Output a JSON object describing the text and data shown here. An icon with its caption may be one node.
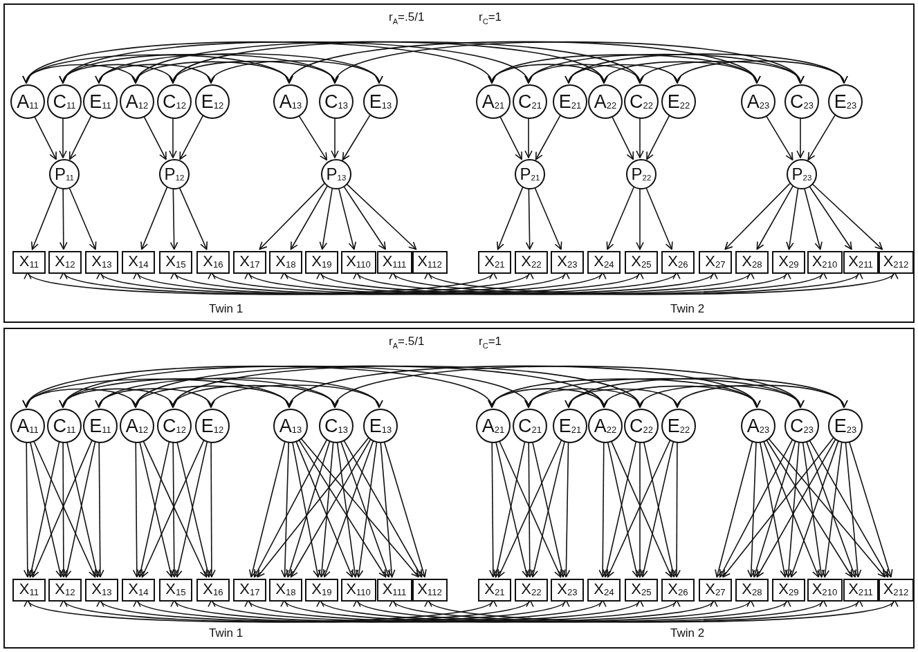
{
  "diagram": {
    "nodes": [
      {
        "text": [],
        "shape": "box"
      },
      {
        "text": [
          "A$_{11}$"
        ],
        "in": 0
      },
      {
        "text": [
          "C$_{11}$"
        ],
        "in": 0
      },
      {
        "text": [
          "E$_{11}$"
        ],
        "in": 0
      },
      {
        "text": [
          "A$_{12}$"
        ],
        "in": 0
      },
      {
        "text": [
          "C$_{12}$"
        ],
        "in": 0
      },
      {
        "text": [
          "E$_{12}$"
        ],
        "in": 0
      },
      {
        "text": [
          "A$_{13}$"
        ],
        "in": 0
      },
      {
        "text": [
          "C$_{13}$"
        ],
        "in": 0
      },
      {
        "text": [
          "E$_{13}$"
        ],
        "in": 0
      },
      {
        "text": [
          "A$_{21}$"
        ],
        "in": 0
      },
      {
        "text": [
          "C$_{21}$"
        ],
        "in": 0
      },
      {
        "text": [
          "E$_{21}$"
        ],
        "in": 0
      },
      {
        "text": [
          "A$_{22}$"
        ],
        "in": 0
      },
      {
        "text": [
          "C$_{22}$"
        ],
        "in": 0
      },
      {
        "text": [
          "E$_{22}$"
        ],
        "in": 0
      },
      {
        "text": [
          "A$_{23}$"
        ],
        "in": 0
      },
      {
        "text": [
          "C$_{23}$"
        ],
        "in": 0
      },
      {
        "text": [
          "E$_{23}$"
        ],
        "in": 0
      },
      {
        "text": [
          "P$_{11}$"
        ],
        "in": 0
      },
      {
        "text": [
          "P$_{12}$"
        ],
        "in": 0
      },
      {
        "text": [
          "P$_{13}$"
        ],
        "in": 0
      },
      {
        "text": [
          "P$_{21}$"
        ],
        "in": 0
      },
      {
        "text": [
          "P$_{22}$"
        ],
        "in": 0
      },
      {
        "text": [
          "P$_{23}$"
        ],
        "in": 0
      },
      {
        "text": [
          "X$_{11}$"
        ],
        "in": 0
      },
      {
        "text": [
          "X$_{12}$"
        ],
        "in": 0
      },
      {
        "text": [
          "X$_{13}$"
        ],
        "in": 0
      },
      {
        "text": [
          "X$_{14}$"
        ],
        "in": 0
      },
      {
        "text": [
          "X$_{15}$"
        ],
        "in": 0
      },
      {
        "text": [
          "X$_{16}$"
        ],
        "in": 0
      },
      {
        "text": [
          "X$_{17}$"
        ],
        "in": 0
      },
      {
        "text": [
          "X$_{18}$"
        ],
        "in": 0
      },
      {
        "text": [
          "X$_{19}$"
        ],
        "in": 0
      },
      {
        "text": [
          "X$_{110}$"
        ],
        "in": 0
      },
      {
        "text": [
          "X$_{111}$"
        ],
        "in": 0
      },
      {
        "text": [
          "X$_{112}$"
        ],
        "in": 0
      },
      {
        "text": [
          "X$_{21}$"
        ],
        "in": 0
      },
      {
        "text": [
          "X$_{22}$"
        ],
        "in": 0
      },
      {
        "text": [
          "X$_{23}$"
        ],
        "in": 0
      },
      {
        "text": [
          "X$_{24}$"
        ],
        "in": 0
      },
      {
        "text": [
          "X$_{25}$"
        ],
        "in": 0
      },
      {
        "text": [
          "X$_{26}$"
        ],
        "in": 0
      },
      {
        "text": [
          "X$_{27}$"
        ],
        "in": 0
      },
      {
        "text": [
          "X$_{28}$"
        ],
        "in": 0
      },
      {
        "text": [
          "X$_{29}$"
        ],
        "in": 0
      },
      {
        "text": [
          "X$_{210}$"
        ],
        "in": 0
      },
      {
        "text": [
          "X$_{211}$"
        ],
        "in": 0
      },
      {
        "text": [
          "X$_{212}$"
        ],
        "in": 0
      },
      {
        "text": [],
        "shape": "box"
      },
      {
        "text": [
          "A$_{11}$"
        ],
        "in": 49
      },
      {
        "text": [
          "C$_{11}$"
        ],
        "in": 49
      },
      {
        "text": [
          "E$_{11}$"
        ],
        "in": 49
      },
      {
        "text": [
          "A$_{12}$"
        ],
        "in": 49
      },
      {
        "text": [
          "C$_{12}$"
        ],
        "in": 49
      },
      {
        "text": [
          "E$_{12}$"
        ],
        "in": 49
      },
      {
        "text": [
          "A$_{13}$"
        ],
        "in": 49
      },
      {
        "text": [
          "C$_{13}$"
        ],
        "in": 49
      },
      {
        "text": [
          "E$_{13}$"
        ],
        "in": 49
      },
      {
        "text": [
          "A$_{21}$"
        ],
        "in": 49
      },
      {
        "text": [
          "C$_{21}$"
        ],
        "in": 49
      },
      {
        "text": [
          "E$_{21}$"
        ],
        "in": 49
      },
      {
        "text": [
          "A$_{22}$"
        ],
        "in": 49
      },
      {
        "text": [
          "C$_{22}$"
        ],
        "in": 49
      },
      {
        "text": [
          "E$_{22}$"
        ],
        "in": 49
      },
      {
        "text": [
          "A$_{23}$"
        ],
        "in": 49
      },
      {
        "text": [
          "C$_{23}$"
        ],
        "in": 49
      },
      {
        "text": [
          "E$_{23}$"
        ],
        "in": 49
      },
      {
        "text": [
          "X$_{11}$"
        ],
        "in": 49
      },
      {
        "text": [
          "X$_{12}$"
        ],
        "in": 49
      },
      {
        "text": [
          "X$_{13}$"
        ],
        "in": 49
      },
      {
        "text": [
          "X$_{14}$"
        ],
        "in": 49
      },
      {
        "text": [
          "X$_{15}$"
        ],
        "in": 49
      },
      {
        "text": [
          "X$_{16}$"
        ],
        "in": 49
      },
      {
        "text": [
          "X$_{17}$"
        ],
        "in": 49
      },
      {
        "text": [
          "X$_{18}$"
        ],
        "in": 49
      },
      {
        "text": [
          "X$_{19}$"
        ],
        "in": 49
      },
      {
        "text": [
          "X$_{110}$"
        ],
        "in": 49
      },
      {
        "text": [
          "X$_{111}$"
        ],
        "in": 49
      },
      {
        "text": [
          "X$_{112}$"
        ],
        "in": 49
      },
      {
        "text": [
          "X$_{21}$"
        ],
        "in": 49
      },
      {
        "text": [
          "X$_{22}$"
        ],
        "in": 49
      },
      {
        "text": [
          "X$_{23}$"
        ],
        "in": 49
      },
      {
        "text": [
          "X$_{24}$"
        ],
        "in": 49
      },
      {
        "text": [
          "X$_{25}$"
        ],
        "in": 49
      },
      {
        "text": [
          "X$_{26}$"
        ],
        "in": 49
      },
      {
        "text": [
          "X$_{27}$"
        ],
        "in": 49
      },
      {
        "text": [
          "X$_{28}$"
        ],
        "in": 49
      },
      {
        "text": [
          "X$_{29}$"
        ],
        "in": 49
      },
      {
        "text": [
          "X$_{210}$"
        ],
        "in": 49
      },
      {
        "text": [
          "X$_{211}$"
        ],
        "in": 49
      },
      {
        "text": [
          "X$_{212}$"
        ],
        "in": 49
      }
    ],
    "edges": [
      {
        "from": 1,
        "to": 4,
        "arrow": "both"
      },
      {
        "from": 1,
        "to": 7,
        "arrow": "both"
      },
      {
        "from": 4,
        "to": 7,
        "arrow": "both"
      },
      {
        "from": 2,
        "to": 5,
        "arrow": "both"
      },
      {
        "from": 2,
        "to": 8,
        "arrow": "both"
      },
      {
        "from": 5,
        "to": 8,
        "arrow": "both"
      },
      {
        "from": 3,
        "to": 6,
        "arrow": "both"
      },
      {
        "from": 3,
        "to": 9,
        "arrow": "both"
      },
      {
        "from": 6,
        "to": 9,
        "arrow": "both"
      },
      {
        "from": 10,
        "to": 13,
        "arrow": "both"
      },
      {
        "from": 10,
        "to": 16,
        "arrow": "both"
      },
      {
        "from": 13,
        "to": 16,
        "arrow": "both"
      },
      {
        "from": 11,
        "to": 14,
        "arrow": "both"
      },
      {
        "from": 11,
        "to": 17,
        "arrow": "both"
      },
      {
        "from": 14,
        "to": 17,
        "arrow": "both"
      },
      {
        "from": 12,
        "to": 15,
        "arrow": "both"
      },
      {
        "from": 12,
        "to": 18,
        "arrow": "both"
      },
      {
        "from": 15,
        "to": 18,
        "arrow": "both"
      },
      {
        "from": 1,
        "to": 10,
        "arrow": "both"
      },
      {
        "from": 4,
        "to": 13,
        "arrow": "both"
      },
      {
        "from": 7,
        "to": 16,
        "arrow": "both"
      },
      {
        "from": 2,
        "to": 11,
        "arrow": "both"
      },
      {
        "from": 5,
        "to": 14,
        "arrow": "both"
      },
      {
        "from": 8,
        "to": 17,
        "arrow": "both"
      },
      {
        "from": 1,
        "to": 19,
        "arrow": "to"
      },
      {
        "from": 2,
        "to": 19,
        "arrow": "to"
      },
      {
        "from": 3,
        "to": 19,
        "arrow": "to"
      },
      {
        "from": 4,
        "to": 20,
        "arrow": "to"
      },
      {
        "from": 5,
        "to": 20,
        "arrow": "to"
      },
      {
        "from": 6,
        "to": 20,
        "arrow": "to"
      },
      {
        "from": 7,
        "to": 21,
        "arrow": "to"
      },
      {
        "from": 8,
        "to": 21,
        "arrow": "to"
      },
      {
        "from": 9,
        "to": 21,
        "arrow": "to"
      },
      {
        "from": 10,
        "to": 22,
        "arrow": "to"
      },
      {
        "from": 11,
        "to": 22,
        "arrow": "to"
      },
      {
        "from": 12,
        "to": 22,
        "arrow": "to"
      },
      {
        "from": 13,
        "to": 23,
        "arrow": "to"
      },
      {
        "from": 14,
        "to": 23,
        "arrow": "to"
      },
      {
        "from": 15,
        "to": 23,
        "arrow": "to"
      },
      {
        "from": 16,
        "to": 24,
        "arrow": "to"
      },
      {
        "from": 17,
        "to": 24,
        "arrow": "to"
      },
      {
        "from": 18,
        "to": 24,
        "arrow": "to"
      },
      {
        "from": 19,
        "to": 25,
        "arrow": "to"
      },
      {
        "from": 19,
        "to": 26,
        "arrow": "to"
      },
      {
        "from": 19,
        "to": 27,
        "arrow": "to"
      },
      {
        "from": 20,
        "to": 28,
        "arrow": "to"
      },
      {
        "from": 20,
        "to": 29,
        "arrow": "to"
      },
      {
        "from": 20,
        "to": 30,
        "arrow": "to"
      },
      {
        "from": 21,
        "to": 31,
        "arrow": "to"
      },
      {
        "from": 21,
        "to": 32,
        "arrow": "to"
      },
      {
        "from": 21,
        "to": 33,
        "arrow": "to"
      },
      {
        "from": 21,
        "to": 34,
        "arrow": "to"
      },
      {
        "from": 21,
        "to": 35,
        "arrow": "to"
      },
      {
        "from": 21,
        "to": 36,
        "arrow": "to"
      },
      {
        "from": 22,
        "to": 37,
        "arrow": "to"
      },
      {
        "from": 22,
        "to": 38,
        "arrow": "to"
      },
      {
        "from": 22,
        "to": 39,
        "arrow": "to"
      },
      {
        "from": 23,
        "to": 40,
        "arrow": "to"
      },
      {
        "from": 23,
        "to": 41,
        "arrow": "to"
      },
      {
        "from": 23,
        "to": 42,
        "arrow": "to"
      },
      {
        "from": 24,
        "to": 43,
        "arrow": "to"
      },
      {
        "from": 24,
        "to": 44,
        "arrow": "to"
      },
      {
        "from": 24,
        "to": 45,
        "arrow": "to"
      },
      {
        "from": 24,
        "to": 46,
        "arrow": "to"
      },
      {
        "from": 24,
        "to": 47,
        "arrow": "to"
      },
      {
        "from": 24,
        "to": 48,
        "arrow": "to"
      },
      {
        "from": 25,
        "to": 37,
        "arrow": "both"
      },
      {
        "from": 26,
        "to": 38,
        "arrow": "both"
      },
      {
        "from": 27,
        "to": 39,
        "arrow": "both"
      },
      {
        "from": 28,
        "to": 40,
        "arrow": "both"
      },
      {
        "from": 29,
        "to": 41,
        "arrow": "both"
      },
      {
        "from": 30,
        "to": 42,
        "arrow": "both"
      },
      {
        "from": 31,
        "to": 43,
        "arrow": "both"
      },
      {
        "from": 32,
        "to": 44,
        "arrow": "both"
      },
      {
        "from": 33,
        "to": 45,
        "arrow": "both"
      },
      {
        "from": 34,
        "to": 46,
        "arrow": "both"
      },
      {
        "from": 35,
        "to": 47,
        "arrow": "both"
      },
      {
        "from": 36,
        "to": 48,
        "arrow": "both"
      },
      {
        "from": 50,
        "to": 53,
        "arrow": "both"
      },
      {
        "from": 50,
        "to": 56,
        "arrow": "both"
      },
      {
        "from": 53,
        "to": 56,
        "arrow": "both"
      },
      {
        "from": 51,
        "to": 54,
        "arrow": "both"
      },
      {
        "from": 51,
        "to": 57,
        "arrow": "both"
      },
      {
        "from": 54,
        "to": 57,
        "arrow": "both"
      },
      {
        "from": 52,
        "to": 55,
        "arrow": "both"
      },
      {
        "from": 52,
        "to": 58,
        "arrow": "both"
      },
      {
        "from": 55,
        "to": 58,
        "arrow": "both"
      },
      {
        "from": 59,
        "to": 62,
        "arrow": "both"
      },
      {
        "from": 59,
        "to": 65,
        "arrow": "both"
      },
      {
        "from": 62,
        "to": 65,
        "arrow": "both"
      },
      {
        "from": 60,
        "to": 63,
        "arrow": "both"
      },
      {
        "from": 60,
        "to": 66,
        "arrow": "both"
      },
      {
        "from": 63,
        "to": 66,
        "arrow": "both"
      },
      {
        "from": 61,
        "to": 64,
        "arrow": "both"
      },
      {
        "from": 61,
        "to": 67,
        "arrow": "both"
      },
      {
        "from": 64,
        "to": 67,
        "arrow": "both"
      },
      {
        "from": 50,
        "to": 59,
        "arrow": "both"
      },
      {
        "from": 53,
        "to": 62,
        "arrow": "both"
      },
      {
        "from": 56,
        "to": 65,
        "arrow": "both"
      },
      {
        "from": 51,
        "to": 60,
        "arrow": "both"
      },
      {
        "from": 54,
        "to": 63,
        "arrow": "both"
      },
      {
        "from": 57,
        "to": 66,
        "arrow": "both"
      },
      {
        "from": 50,
        "to": 68,
        "arrow": "to"
      },
      {
        "from": 50,
        "to": 69,
        "arrow": "to"
      },
      {
        "from": 50,
        "to": 70,
        "arrow": "to"
      },
      {
        "from": 51,
        "to": 68,
        "arrow": "to"
      },
      {
        "from": 51,
        "to": 69,
        "arrow": "to"
      },
      {
        "from": 51,
        "to": 70,
        "arrow": "to"
      },
      {
        "from": 52,
        "to": 68,
        "arrow": "to"
      },
      {
        "from": 52,
        "to": 69,
        "arrow": "to"
      },
      {
        "from": 52,
        "to": 70,
        "arrow": "to"
      },
      {
        "from": 53,
        "to": 71,
        "arrow": "to"
      },
      {
        "from": 53,
        "to": 72,
        "arrow": "to"
      },
      {
        "from": 53,
        "to": 73,
        "arrow": "to"
      },
      {
        "from": 54,
        "to": 71,
        "arrow": "to"
      },
      {
        "from": 54,
        "to": 72,
        "arrow": "to"
      },
      {
        "from": 54,
        "to": 73,
        "arrow": "to"
      },
      {
        "from": 55,
        "to": 71,
        "arrow": "to"
      },
      {
        "from": 55,
        "to": 72,
        "arrow": "to"
      },
      {
        "from": 55,
        "to": 73,
        "arrow": "to"
      },
      {
        "from": 56,
        "to": 74,
        "arrow": "to"
      },
      {
        "from": 56,
        "to": 75,
        "arrow": "to"
      },
      {
        "from": 56,
        "to": 76,
        "arrow": "to"
      },
      {
        "from": 56,
        "to": 77,
        "arrow": "to"
      },
      {
        "from": 56,
        "to": 78,
        "arrow": "to"
      },
      {
        "from": 56,
        "to": 79,
        "arrow": "to"
      },
      {
        "from": 57,
        "to": 74,
        "arrow": "to"
      },
      {
        "from": 57,
        "to": 75,
        "arrow": "to"
      },
      {
        "from": 57,
        "to": 76,
        "arrow": "to"
      },
      {
        "from": 57,
        "to": 77,
        "arrow": "to"
      },
      {
        "from": 57,
        "to": 78,
        "arrow": "to"
      },
      {
        "from": 57,
        "to": 79,
        "arrow": "to"
      },
      {
        "from": 58,
        "to": 74,
        "arrow": "to"
      },
      {
        "from": 58,
        "to": 75,
        "arrow": "to"
      },
      {
        "from": 58,
        "to": 76,
        "arrow": "to"
      },
      {
        "from": 58,
        "to": 77,
        "arrow": "to"
      },
      {
        "from": 58,
        "to": 78,
        "arrow": "to"
      },
      {
        "from": 58,
        "to": 79,
        "arrow": "to"
      },
      {
        "from": 59,
        "to": 80,
        "arrow": "to"
      },
      {
        "from": 59,
        "to": 81,
        "arrow": "to"
      },
      {
        "from": 59,
        "to": 82,
        "arrow": "to"
      },
      {
        "from": 60,
        "to": 80,
        "arrow": "to"
      },
      {
        "from": 60,
        "to": 81,
        "arrow": "to"
      },
      {
        "from": 60,
        "to": 82,
        "arrow": "to"
      },
      {
        "from": 61,
        "to": 80,
        "arrow": "to"
      },
      {
        "from": 61,
        "to": 81,
        "arrow": "to"
      },
      {
        "from": 61,
        "to": 82,
        "arrow": "to"
      },
      {
        "from": 62,
        "to": 83,
        "arrow": "to"
      },
      {
        "from": 62,
        "to": 84,
        "arrow": "to"
      },
      {
        "from": 62,
        "to": 85,
        "arrow": "to"
      },
      {
        "from": 63,
        "to": 83,
        "arrow": "to"
      },
      {
        "from": 63,
        "to": 84,
        "arrow": "to"
      },
      {
        "from": 63,
        "to": 85,
        "arrow": "to"
      },
      {
        "from": 64,
        "to": 83,
        "arrow": "to"
      },
      {
        "from": 64,
        "to": 84,
        "arrow": "to"
      },
      {
        "from": 64,
        "to": 85,
        "arrow": "to"
      },
      {
        "from": 65,
        "to": 86,
        "arrow": "to"
      },
      {
        "from": 65,
        "to": 87,
        "arrow": "to"
      },
      {
        "from": 65,
        "to": 88,
        "arrow": "to"
      },
      {
        "from": 65,
        "to": 89,
        "arrow": "to"
      },
      {
        "from": 65,
        "to": 90,
        "arrow": "to"
      },
      {
        "from": 65,
        "to": 91,
        "arrow": "to"
      },
      {
        "from": 66,
        "to": 86,
        "arrow": "to"
      },
      {
        "from": 66,
        "to": 87,
        "arrow": "to"
      },
      {
        "from": 66,
        "to": 88,
        "arrow": "to"
      },
      {
        "from": 66,
        "to": 89,
        "arrow": "to"
      },
      {
        "from": 66,
        "to": 90,
        "arrow": "to"
      },
      {
        "from": 66,
        "to": 91,
        "arrow": "to"
      },
      {
        "from": 67,
        "to": 86,
        "arrow": "to"
      },
      {
        "from": 67,
        "to": 87,
        "arrow": "to"
      },
      {
        "from": 67,
        "to": 88,
        "arrow": "to"
      },
      {
        "from": 67,
        "to": 89,
        "arrow": "to"
      },
      {
        "from": 67,
        "to": 90,
        "arrow": "to"
      },
      {
        "from": 67,
        "to": 91,
        "arrow": "to"
      },
      {
        "from": 68,
        "to": 80,
        "arrow": "both"
      },
      {
        "from": 69,
        "to": 81,
        "arrow": "both"
      },
      {
        "from": 70,
        "to": 82,
        "arrow": "both"
      },
      {
        "from": 71,
        "to": 83,
        "arrow": "both"
      },
      {
        "from": 72,
        "to": 84,
        "arrow": "both"
      },
      {
        "from": 73,
        "to": 85,
        "arrow": "both"
      },
      {
        "from": 74,
        "to": 86,
        "arrow": "both"
      },
      {
        "from": 75,
        "to": 87,
        "arrow": "both"
      },
      {
        "from": 76,
        "to": 88,
        "arrow": "both"
      },
      {
        "from": 77,
        "to": 89,
        "arrow": "both"
      },
      {
        "from": 78,
        "to": 90,
        "arrow": "both"
      },
      {
        "from": 79,
        "to": 91,
        "arrow": "both"
      }
    ],
    "labels": [
      "r$_{A}$=.5/1",
      "r$_{C}$=1",
      "Twin 1",
      "Twin 2",
      "r$_{A}$=.5/1",
      "r$_{C}$=1",
      "Twin 1",
      "Twin 2"
    ]
  }
}
